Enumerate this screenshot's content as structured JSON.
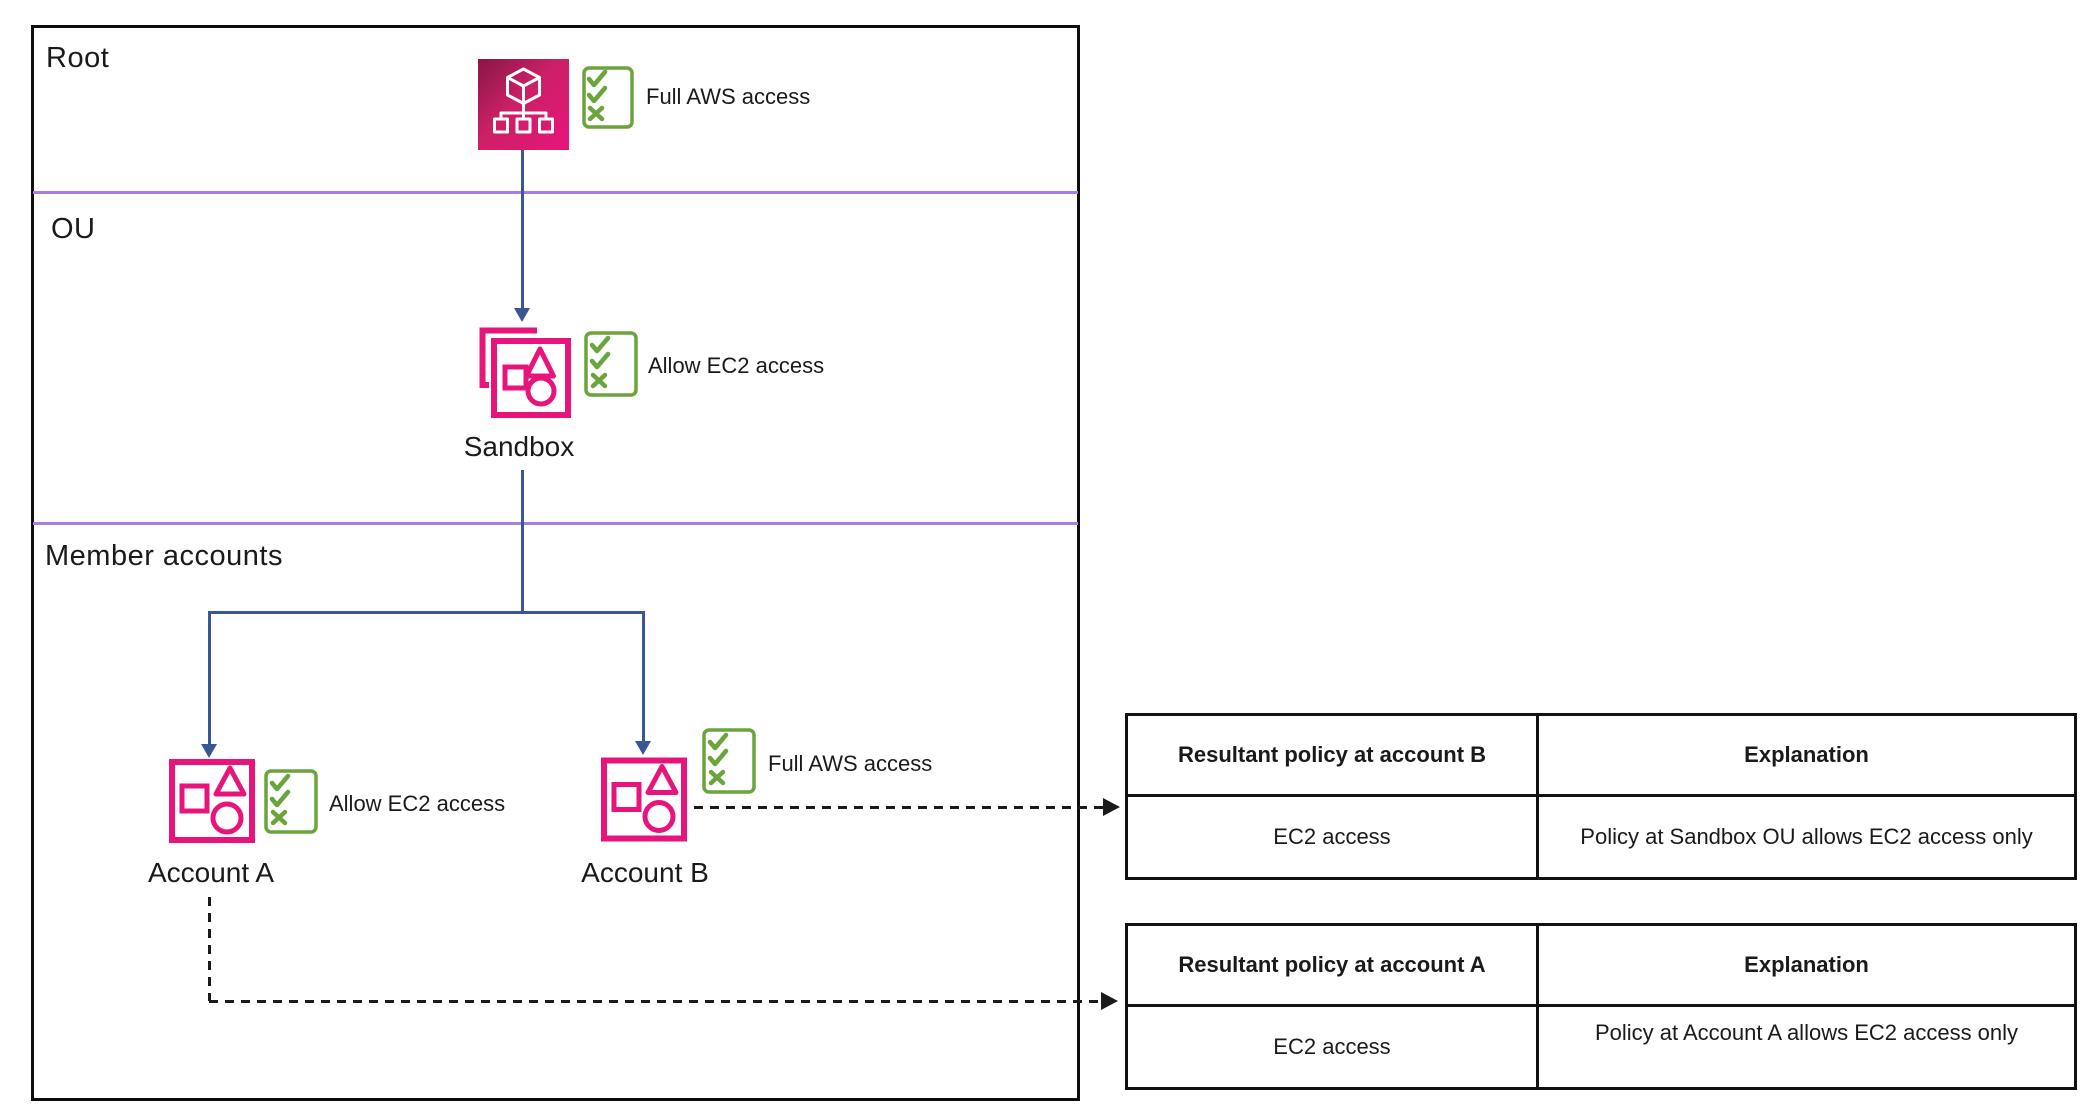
{
  "colors": {
    "accent_pink": "#e7157b",
    "accent_pink_dark": "#871744",
    "accent_green": "#6ba43b",
    "connector_blue": "#3a5795",
    "divider_purple": "#a77fe2",
    "line_black": "#111111"
  },
  "icons": {
    "root": "aws-organizations-icon",
    "ou": "organizational-unit-icon",
    "account": "aws-account-icon",
    "policy": "policy-checklist-icon"
  },
  "diagram": {
    "sections": [
      {
        "label": "Root"
      },
      {
        "label": "OU"
      },
      {
        "label": "Member accounts"
      }
    ],
    "root": {
      "policy_label": "Full AWS access"
    },
    "ou": {
      "name": "Sandbox",
      "policy_label": "Allow EC2 access"
    },
    "accounts": [
      {
        "name": "Account A",
        "policy_label": "Allow EC2 access"
      },
      {
        "name": "Account B",
        "policy_label": "Full AWS access"
      }
    ]
  },
  "tables": [
    {
      "id": "resultant-policy-account-b",
      "headers": [
        "Resultant policy at account B",
        "Explanation"
      ],
      "rows": [
        [
          "EC2 access",
          "Policy at Sandbox OU allows EC2 access only"
        ]
      ]
    },
    {
      "id": "resultant-policy-account-a",
      "headers": [
        "Resultant policy at account A",
        "Explanation"
      ],
      "rows": [
        [
          "EC2 access",
          "Policy at Account A allows EC2 access only"
        ]
      ]
    }
  ]
}
